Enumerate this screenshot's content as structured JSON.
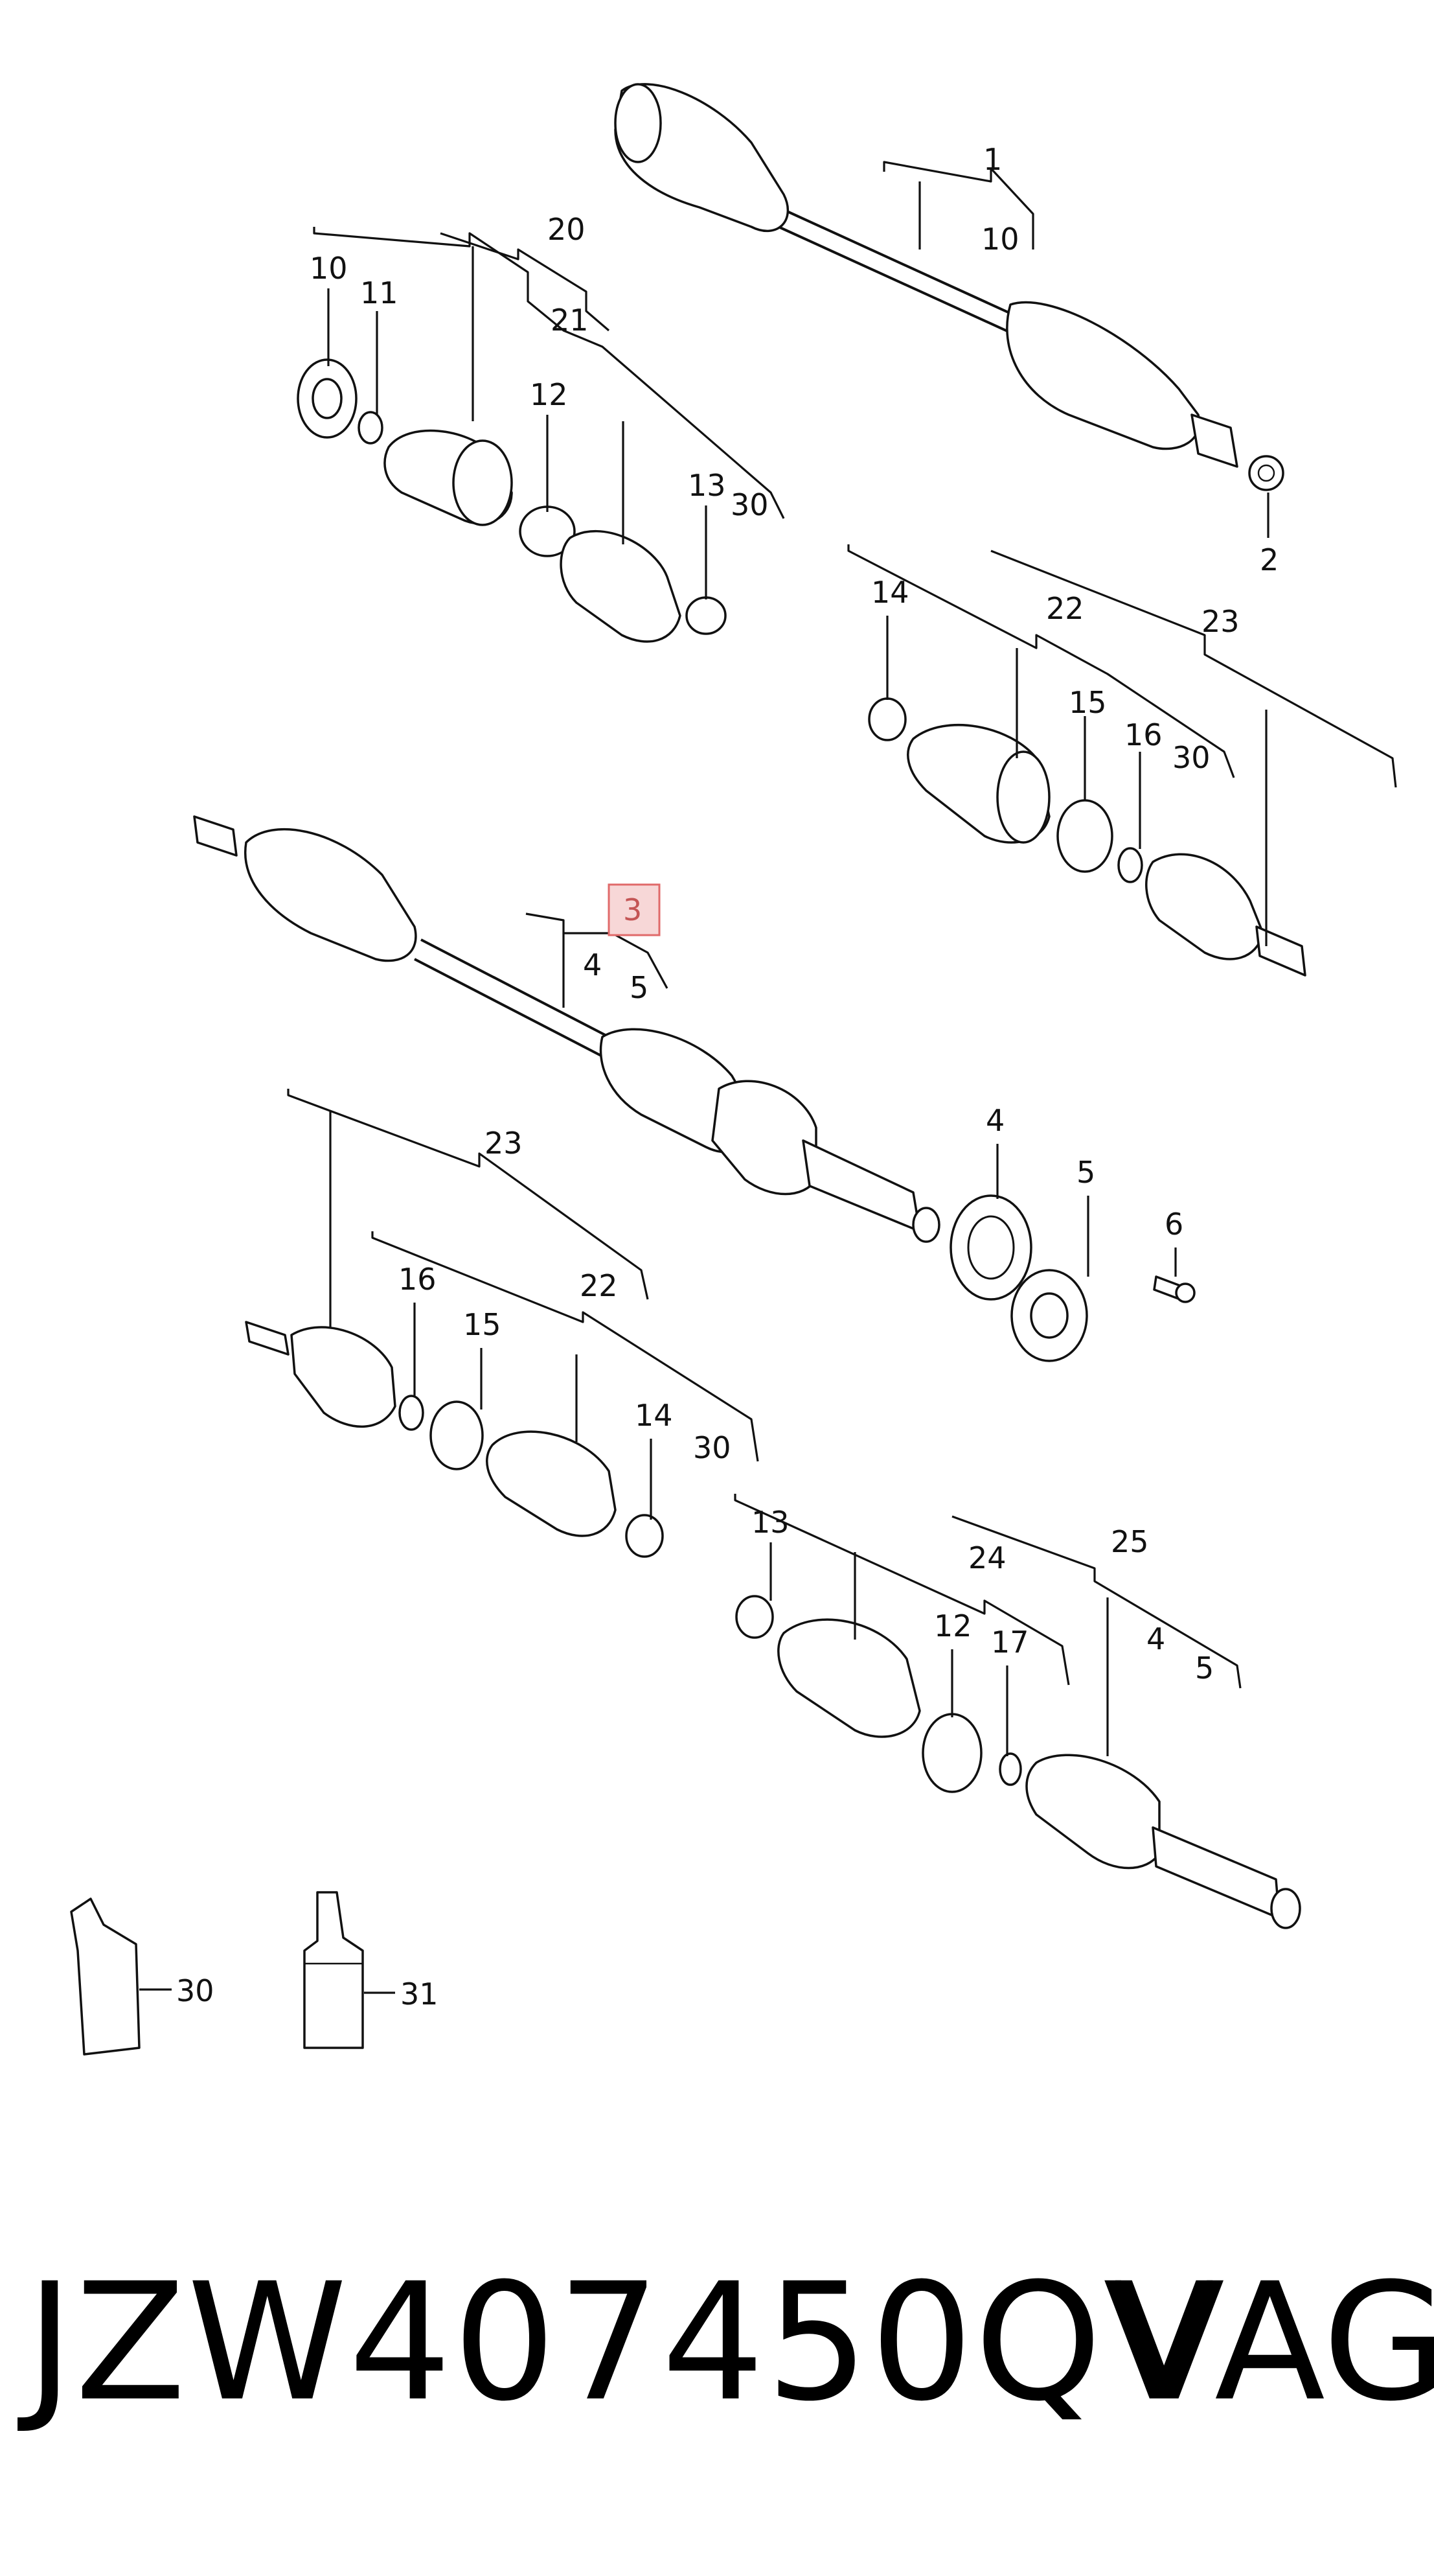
{
  "labels": {
    "l1": "1",
    "l10a": "10",
    "l2": "2",
    "l20": "20",
    "l10b": "10",
    "l11": "11",
    "l21": "21",
    "l12a": "12",
    "l13a": "13",
    "l30a": "30",
    "l14a": "14",
    "l22a": "22",
    "l23a": "23",
    "l15a": "15",
    "l16a": "16",
    "l30b": "30",
    "l3": "3",
    "l4a": "4",
    "l5a": "5",
    "l4b": "4",
    "l5b": "5",
    "l6": "6",
    "l23b": "23",
    "l16b": "16",
    "l15b": "15",
    "l22b": "22",
    "l14b": "14",
    "l30c": "30",
    "l13b": "13",
    "l12b": "12",
    "l17": "17",
    "l24": "24",
    "l25": "25",
    "l4c": "4",
    "l5c": "5",
    "l30d": "30",
    "l31": "31"
  },
  "footer": {
    "part_number": "JZW407450QV",
    "brand": "VAG"
  },
  "colors": {
    "highlight_fill": "#f7d7d7",
    "highlight_stroke": "#e06a6a",
    "ink": "#111111"
  }
}
